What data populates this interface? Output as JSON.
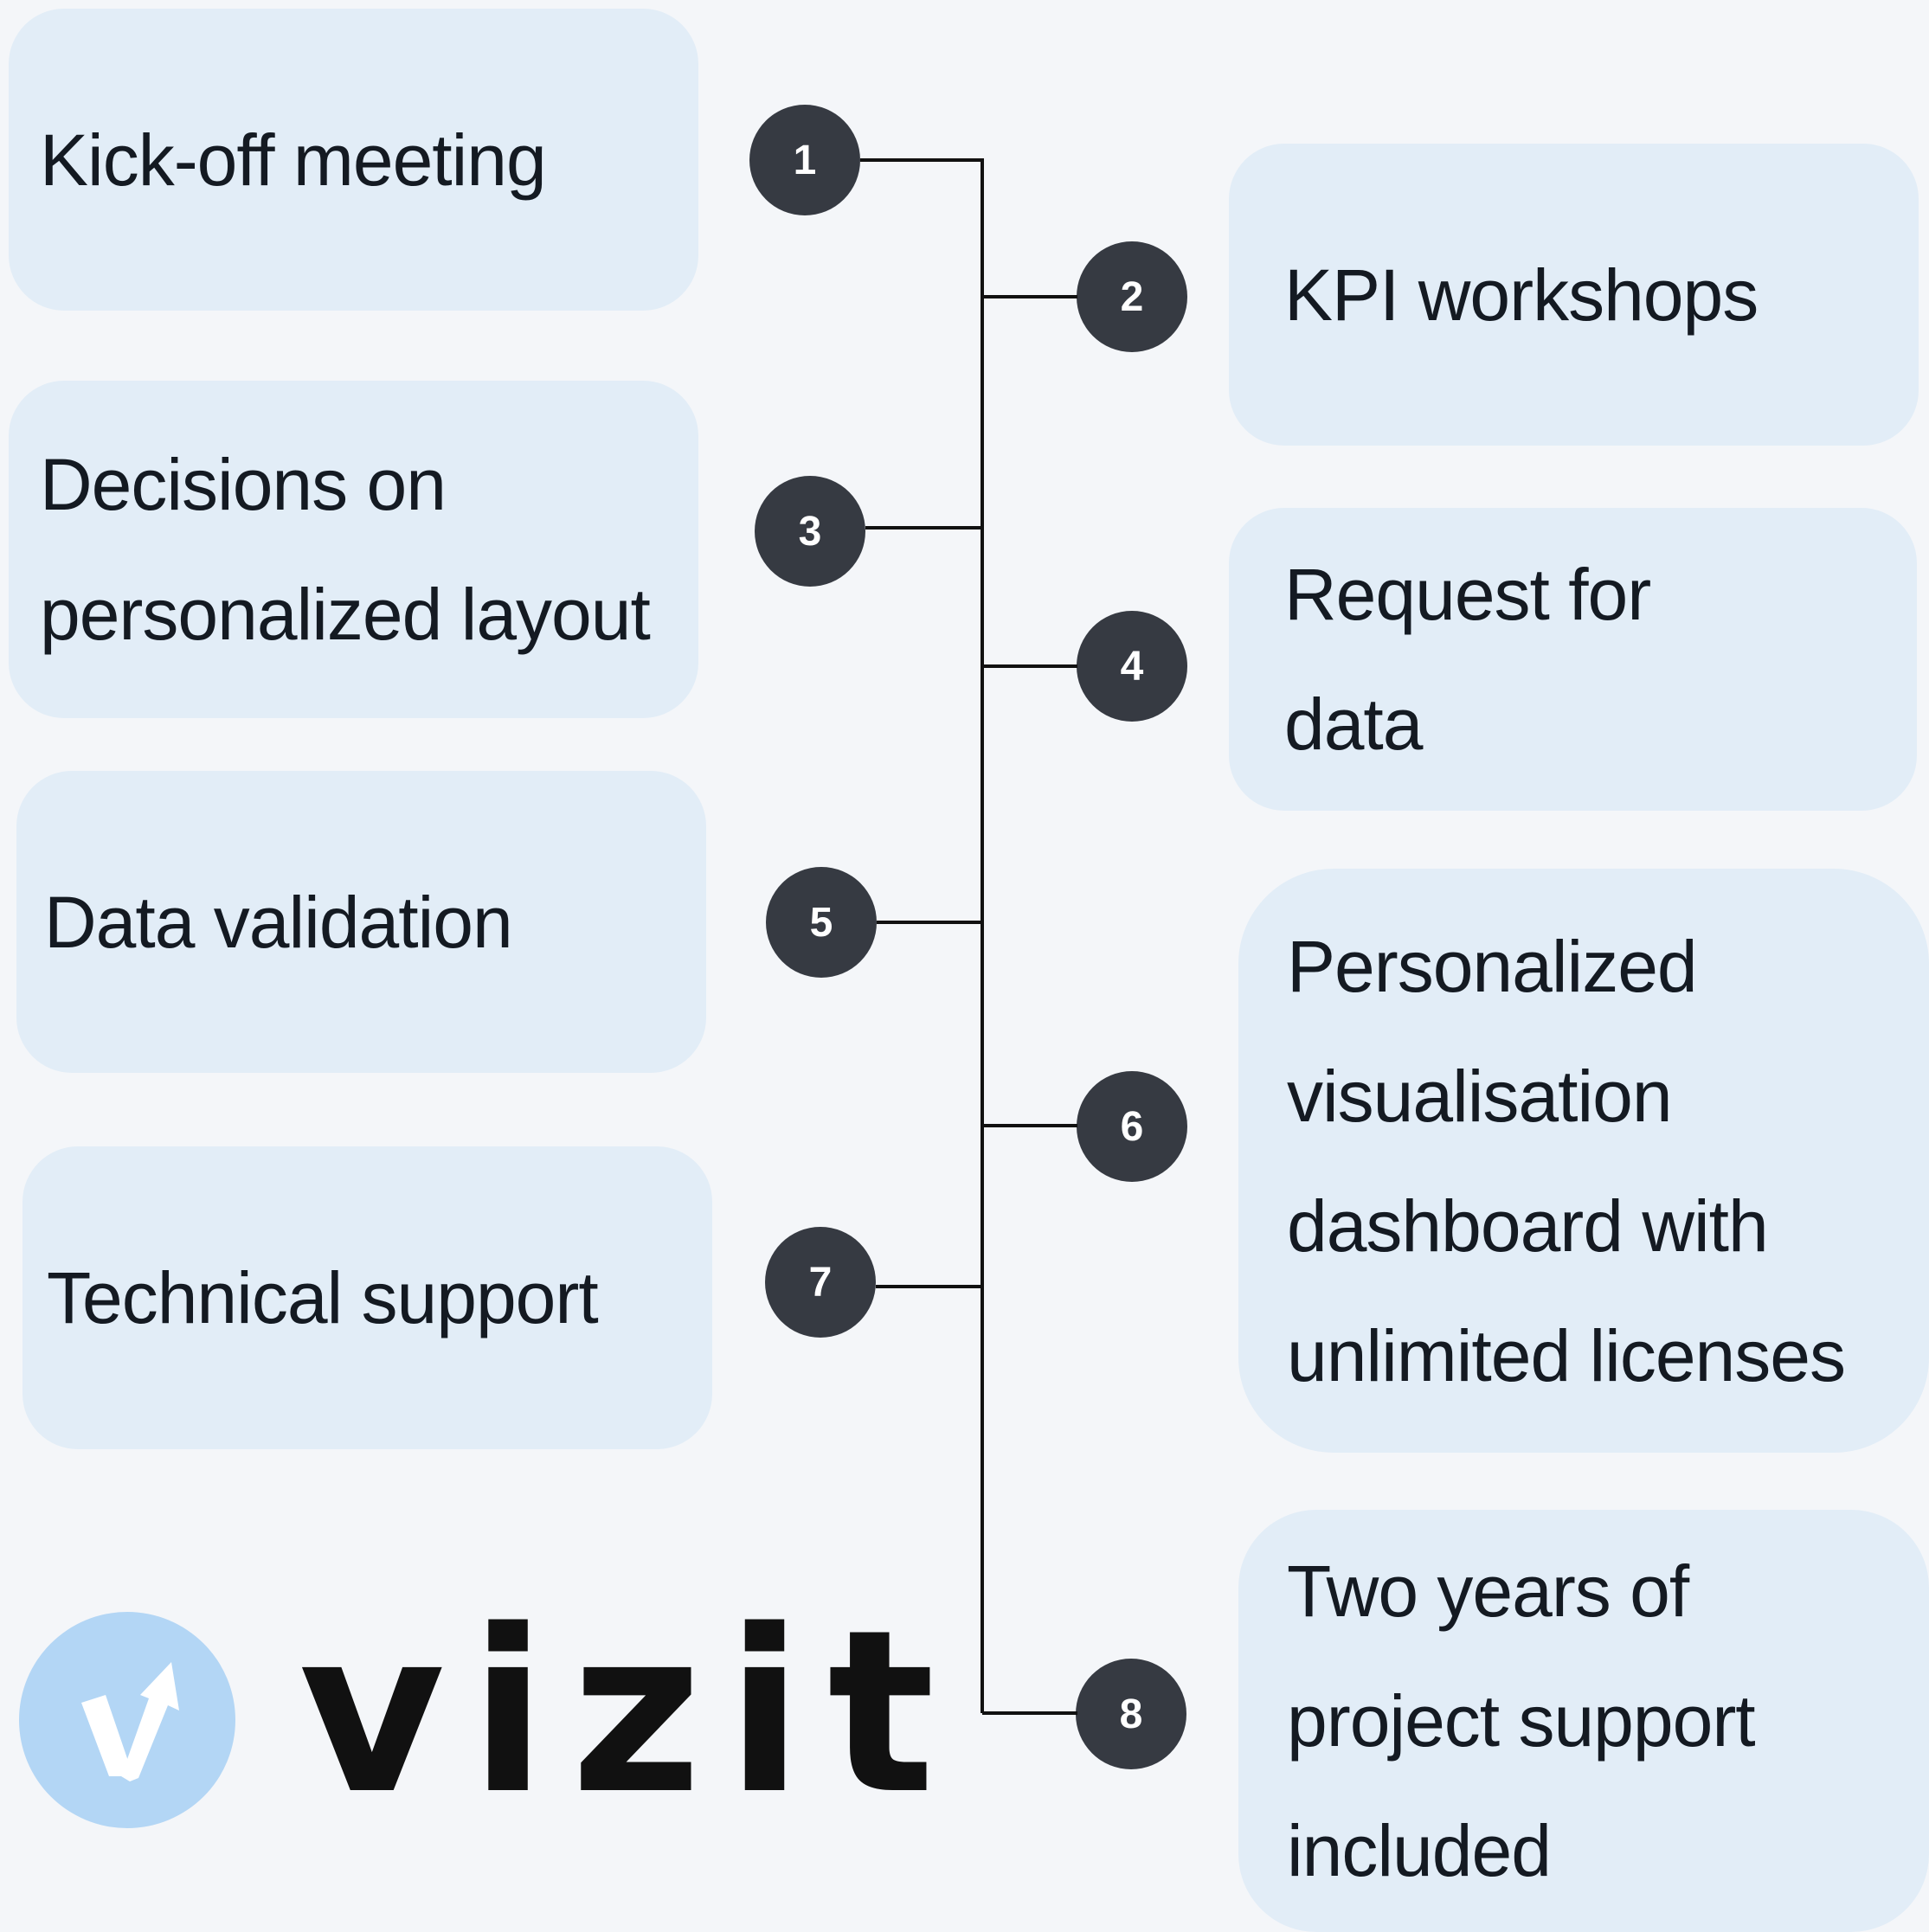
{
  "steps": [
    {
      "number": "1",
      "label": "Kick-off meeting"
    },
    {
      "number": "2",
      "label": "KPI workshops"
    },
    {
      "number": "3",
      "label": "Decisions on\npersonalized layout"
    },
    {
      "number": "4",
      "label": "Request for\ndata"
    },
    {
      "number": "5",
      "label": "Data validation"
    },
    {
      "number": "6",
      "label": "Personalized\nvisualisation\ndashboard with\nunlimited licenses"
    },
    {
      "number": "7",
      "label": "Technical support"
    },
    {
      "number": "8",
      "label": "Two years of\nproject support\nincluded"
    }
  ],
  "logo": {
    "wordmark": "vizit",
    "icon": "check-arrow-icon"
  },
  "colors": {
    "background": "#f4f6f9",
    "box": "#e2edf7",
    "badge": "#363a42",
    "logo_circle": "#b3d6f5",
    "line": "#111111"
  }
}
